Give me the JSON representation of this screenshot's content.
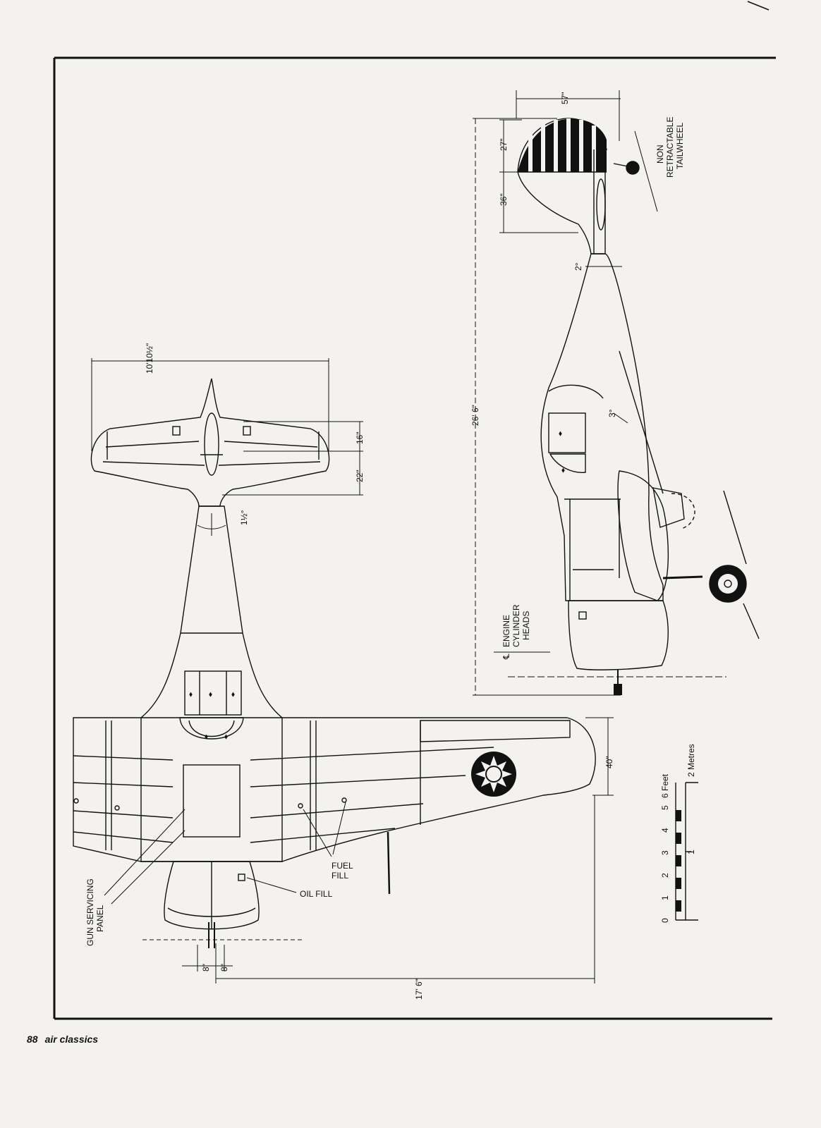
{
  "footer": {
    "page_number": "88",
    "magazine": "air classics"
  },
  "top_view": {
    "tailplane_span": "10'10½\"",
    "tail_chord_root": "22\"",
    "tail_chord_elevator": "16\"",
    "tail_dihedral": "1½°",
    "wing_chord_tip": "40\"",
    "half_span": "17' 6\"",
    "gun_offset_left": "8\"",
    "gun_offset_right": "8\"",
    "callouts": {
      "gun_servicing_panel": [
        "GUN SERVICING",
        "PANEL"
      ],
      "fuel_fill": [
        "FUEL",
        "FILL"
      ],
      "oil_fill": "OIL FILL"
    }
  },
  "side_view": {
    "length": "26' 6\"",
    "fin_chord": "57\"",
    "rudder_height": "27\"",
    "fin_height": "36\"",
    "tail_angle": "2°",
    "windscreen_angle": "3°",
    "tailwheel_note": [
      "NON",
      "RETRACTABLE",
      "TAILWHEEL"
    ],
    "engine_note": [
      "ENGINE",
      "CYLINDER",
      "HEADS"
    ],
    "centerline_symbol": "℄"
  },
  "scale_bar": {
    "feet_label": "6 Feet",
    "metres_label": "2 Metres",
    "feet_ticks": [
      "0",
      "1",
      "2",
      "3",
      "4",
      "5"
    ],
    "metre_ticks": [
      "1"
    ]
  },
  "colors": {
    "ink": "#111111",
    "paper": "#f3f2ee"
  }
}
